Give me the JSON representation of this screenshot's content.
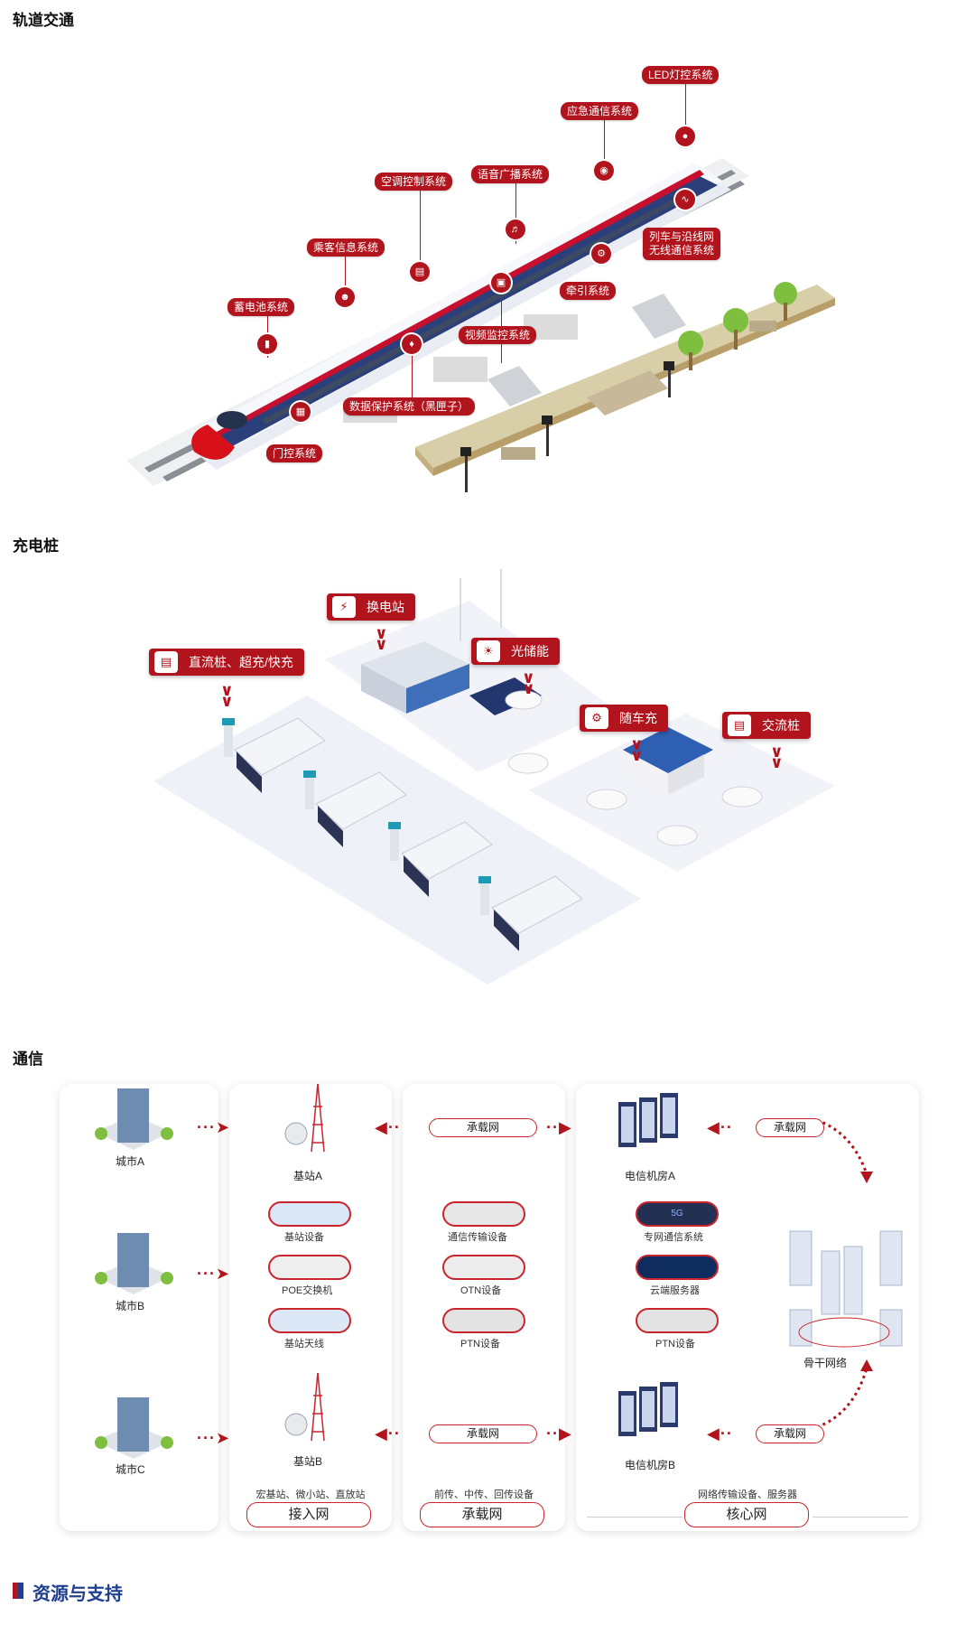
{
  "sections": {
    "rail_title": "轨道交通",
    "charge_title": "充电桩",
    "comm_title": "通信"
  },
  "rail": {
    "labels": {
      "led": "LED灯控系统",
      "emergency": "应急通信系统",
      "broadcast": "语音广播系统",
      "aircon": "空调控制系统",
      "passenger": "乘客信息系统",
      "battery": "蓄电池系统",
      "train_line_1": "列车与沿线网",
      "train_line_2": "无线通信系统",
      "traction": "牵引系统",
      "video": "视频监控系统",
      "blackbox": "数据保护系统（黑匣子）",
      "door": "门控系统"
    },
    "colors": {
      "accent": "#b1141c"
    }
  },
  "charge": {
    "labels": {
      "swap": "换电站",
      "dc": "直流桩、超充/快充",
      "pv": "光储能",
      "mobile": "随车充",
      "ac": "交流桩"
    }
  },
  "comm": {
    "cities": [
      "城市A",
      "城市B",
      "城市C"
    ],
    "base_station_a": "基站A",
    "base_station_b": "基站B",
    "access_items": [
      "基站设备",
      "POE交换机",
      "基站天线"
    ],
    "bearer_items": [
      "通信传输设备",
      "OTN设备",
      "PTN设备"
    ],
    "core_items": [
      "专网通信系统",
      "云端服务器",
      "PTN设备"
    ],
    "bearer_tag": "承载网",
    "room_a": "电信机房A",
    "room_b": "电信机房B",
    "backbone": "骨干网络",
    "access_caption": "宏基站、微小站、直放站",
    "bearer_caption": "前传、中传、回传设备",
    "core_caption": "网络传输设备、服务器",
    "access_box": "接入网",
    "bearer_box": "承载网",
    "core_box": "核心网",
    "badge_5g": "5G"
  },
  "footer": {
    "resources": "资源与支持"
  }
}
